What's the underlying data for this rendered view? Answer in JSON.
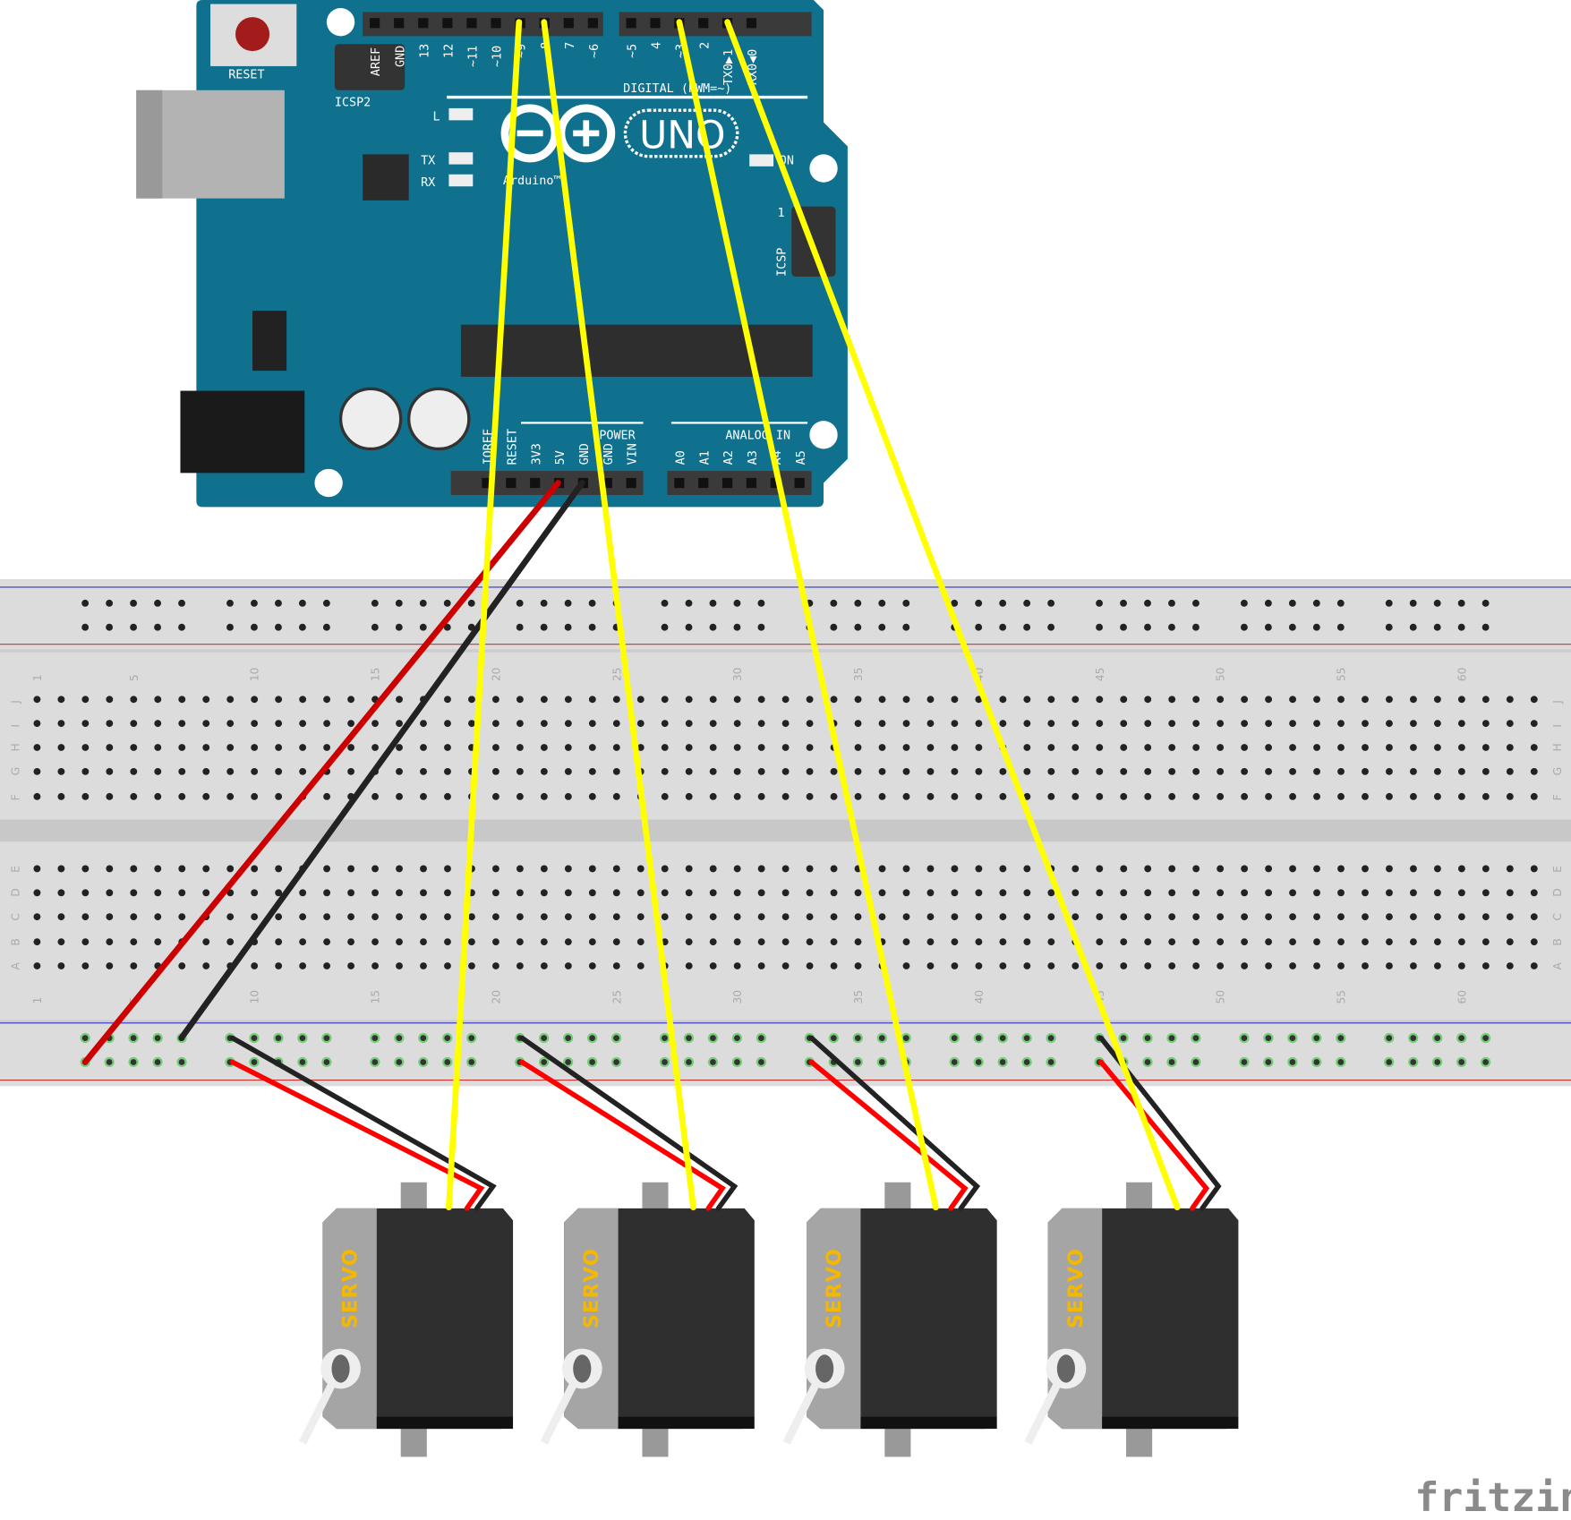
{
  "arduino": {
    "reset_label": "RESET",
    "icsp2_label": "ICSP2",
    "icsp_label": "ICSP",
    "icsp_pin1": "1",
    "digital_pins": [
      "AREF",
      "GND",
      "13",
      "12",
      "~11",
      "~10",
      "~9",
      "8",
      "7",
      "~6",
      "~5",
      "4",
      "~3",
      "2",
      "TX0▶1",
      "RX0◀0"
    ],
    "digital_label": "DIGITAL (PWM=~)",
    "led_l": "L",
    "led_tx": "TX",
    "led_rx": "RX",
    "led_on": "ON",
    "logo_text": "Arduino™",
    "model": "UNO",
    "power_label": "POWER",
    "power_pins": [
      "IOREF",
      "RESET",
      "3V3",
      "5V",
      "GND",
      "GND",
      "VIN"
    ],
    "analog_label": "ANALOG IN",
    "analog_pins": [
      "A0",
      "A1",
      "A2",
      "A3",
      "A4",
      "A5"
    ],
    "board_color": "#10718f"
  },
  "breadboard": {
    "column_numbers": [
      "1",
      "5",
      "10",
      "15",
      "20",
      "25",
      "30",
      "35",
      "40",
      "45",
      "50",
      "55",
      "60"
    ],
    "rows_top": [
      "J",
      "I",
      "H",
      "G",
      "F"
    ],
    "rows_bottom": [
      "E",
      "D",
      "C",
      "B",
      "A"
    ]
  },
  "servos": [
    {
      "label": "SERVO"
    },
    {
      "label": "SERVO"
    },
    {
      "label": "SERVO"
    },
    {
      "label": "SERVO"
    }
  ],
  "wires": {
    "signal_color": "#ffff00",
    "power_color": "#cc0000",
    "ground_color": "#222222"
  },
  "watermark": "fritzing"
}
